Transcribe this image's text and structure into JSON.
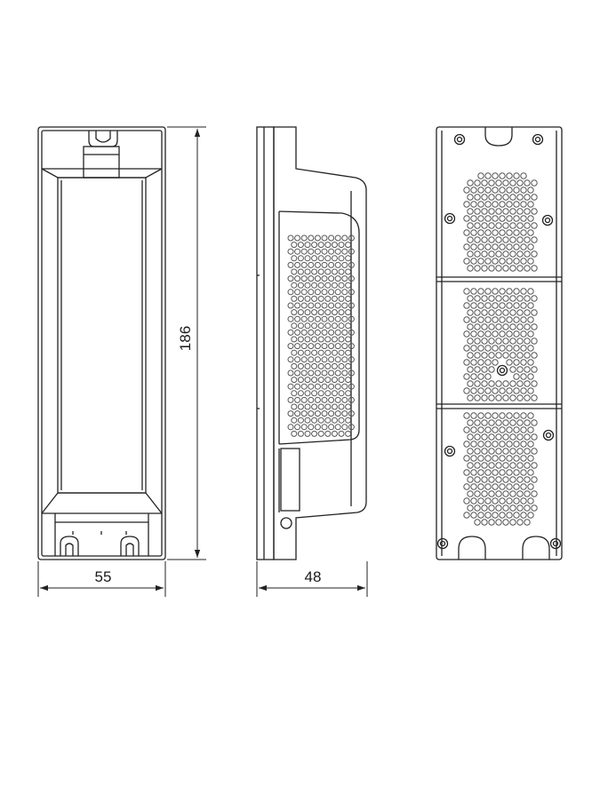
{
  "dimensions": {
    "height_label": "186",
    "width_label": "55",
    "depth_label": "48"
  },
  "colors": {
    "line": "#222222",
    "hole": "#555555",
    "background": "#ffffff"
  },
  "views": [
    "front-view",
    "side-view",
    "back-view"
  ]
}
